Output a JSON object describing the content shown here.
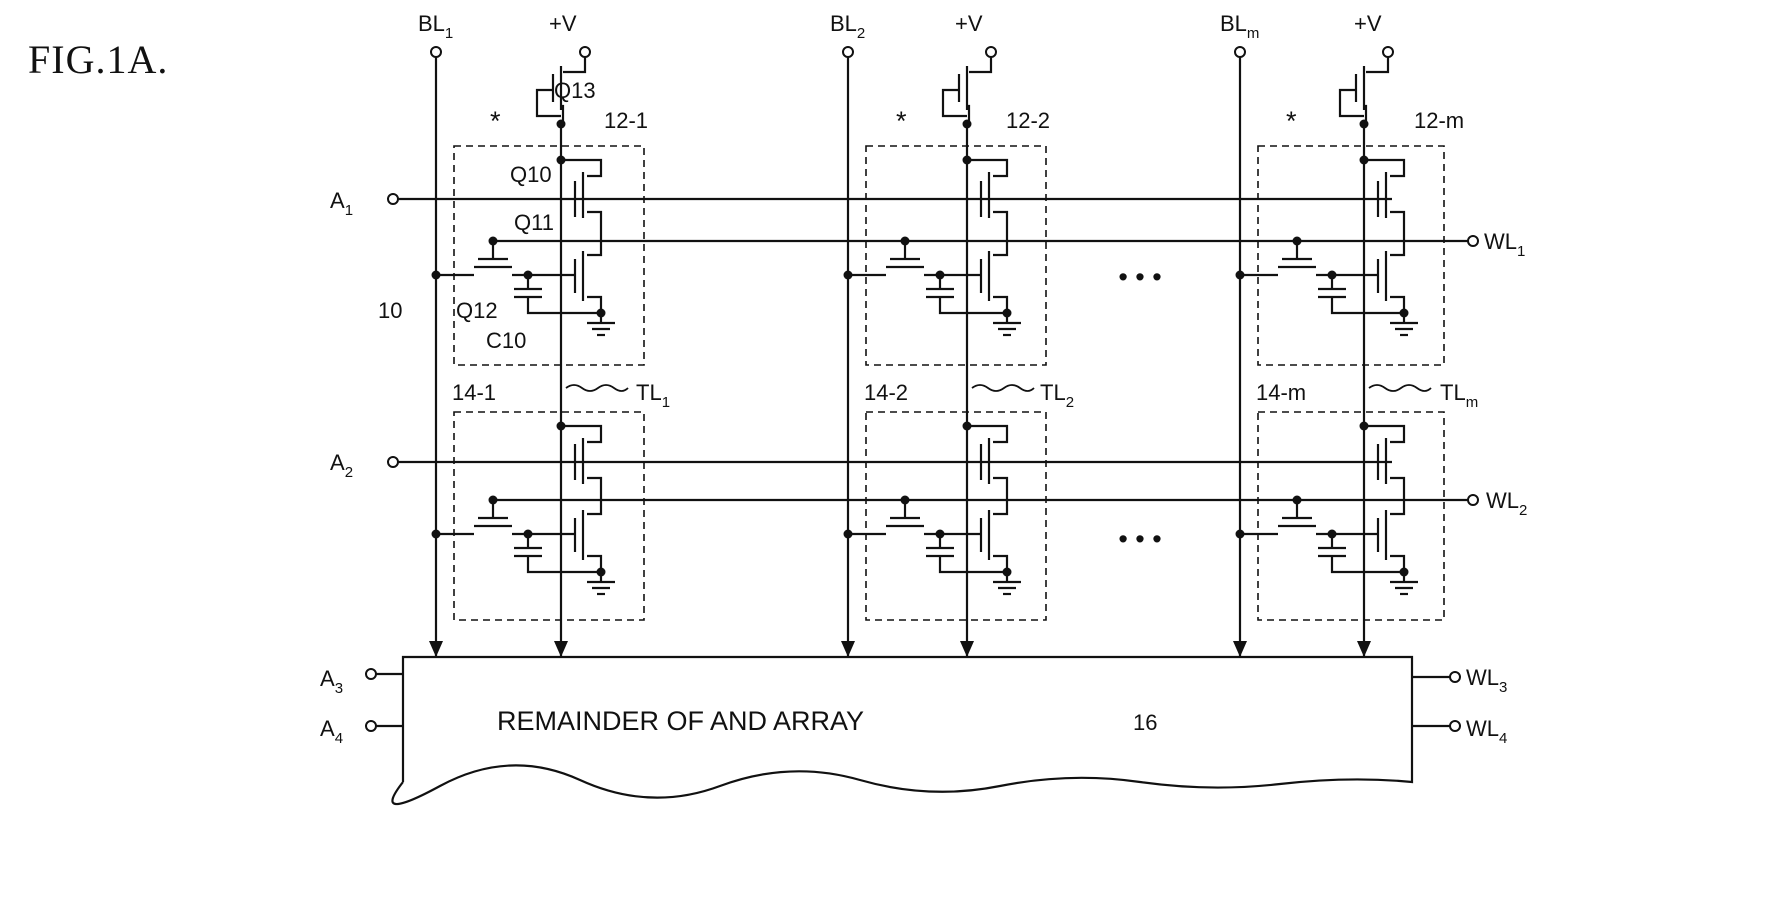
{
  "figure_title": "FIG.1A.",
  "inputs": [
    {
      "label": "A",
      "sub": "1"
    },
    {
      "label": "A",
      "sub": "2"
    },
    {
      "label": "A",
      "sub": "3"
    },
    {
      "label": "A",
      "sub": "4"
    }
  ],
  "word_lines": [
    {
      "label": "WL",
      "sub": "1"
    },
    {
      "label": "WL",
      "sub": "2"
    },
    {
      "label": "WL",
      "sub": "3"
    },
    {
      "label": "WL",
      "sub": "4"
    }
  ],
  "bit_lines": [
    {
      "label": "BL",
      "sub": "1"
    },
    {
      "label": "BL",
      "sub": "2"
    },
    {
      "label": "BL",
      "sub": "m"
    }
  ],
  "supply_label": "+V",
  "term_lines": [
    {
      "label": "TL",
      "sub": "1"
    },
    {
      "label": "TL",
      "sub": "2"
    },
    {
      "label": "TL",
      "sub": "m"
    }
  ],
  "cell_labels_row1": [
    "12-1",
    "12-2",
    "12-m"
  ],
  "cell_labels_row2": [
    "14-1",
    "14-2",
    "14-m"
  ],
  "component_labels": {
    "q10": "Q10",
    "q11": "Q11",
    "q12": "Q12",
    "q13": "Q13",
    "c10": "C10",
    "star": "*"
  },
  "array_ref": "10",
  "block": {
    "text": "REMAINDER OF AND ARRAY",
    "ref": "16"
  },
  "ellipsis": "• • •"
}
